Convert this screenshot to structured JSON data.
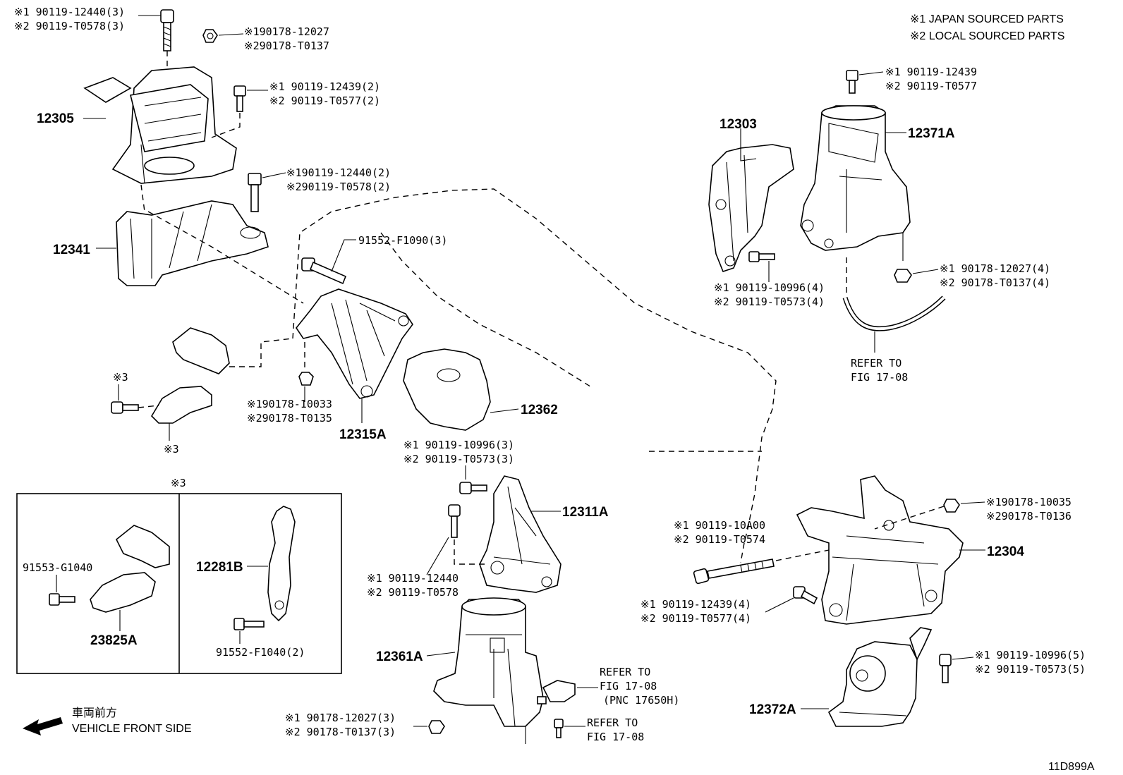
{
  "legend": {
    "japan": "※1 JAPAN SOURCED PARTS",
    "local": "※2 LOCAL SOURCED PARTS"
  },
  "parts": {
    "p12305": "12305",
    "p12341": "12341",
    "p12315A": "12315A",
    "p12362": "12362",
    "p12311A": "12311A",
    "p12361A": "12361A",
    "p12303": "12303",
    "p12371A": "12371A",
    "p12304": "12304",
    "p12372A": "12372A",
    "p12281B": "12281B",
    "p23825A": "23825A"
  },
  "labels": {
    "b1a": "※1 90119-12440(3)",
    "b1b": "※2 90119-T0578(3)",
    "n1a": "※190178-12027",
    "n1b": "※290178-T0137",
    "b2a": "※1 90119-12439(2)",
    "b2b": "※2 90119-T0577(2)",
    "b3a": "※190119-12440(2)",
    "b3b": "※290119-T0578(2)",
    "b4": "91552-F1090(3)",
    "n2a": "※190178-10033",
    "n2b": "※290178-T0135",
    "s3a": "※3",
    "s3b": "※3",
    "s3c": "※3",
    "b5a": "※1 90119-10996(3)",
    "b5b": "※2 90119-T0573(3)",
    "b6a": "※1 90119-12440",
    "b6b": "※2 90119-T0578",
    "n3a": "※1 90178-12027(3)",
    "n3b": "※2 90178-T0137(3)",
    "ref1a": "REFER TO",
    "ref1b": "FIG 17-08",
    "ref1c": "(PNC 17650H)",
    "ref2a": "REFER TO",
    "ref2b": "FIG 17-08",
    "ref3a": "REFER TO",
    "ref3b": "FIG 17-08",
    "b7a": "※1 90119-12439",
    "b7b": "※2 90119-T0577",
    "b8a": "※1 90119-10996(4)",
    "b8b": "※2 90119-T0573(4)",
    "n4a": "※1 90178-12027(4)",
    "n4b": "※2 90178-T0137(4)",
    "b9a": "※1 90119-10A00",
    "b9b": "※2 90119-T0574",
    "n5a": "※190178-10035",
    "n5b": "※290178-T0136",
    "b10a": "※1 90119-12439(4)",
    "b10b": "※2 90119-T0577(4)",
    "b11a": "※1 90119-10996(5)",
    "b11b": "※2 90119-T0573(5)",
    "g1040": "91553-G1040",
    "f1040": "91552-F1040(2)"
  },
  "front": {
    "jp": "車両前方",
    "en": "VEHICLE FRONT SIDE"
  },
  "figure_id": "11D899A",
  "icons": {
    "arrow": "front-arrow-icon",
    "bolt": "bolt-icon",
    "nut": "nut-icon"
  }
}
